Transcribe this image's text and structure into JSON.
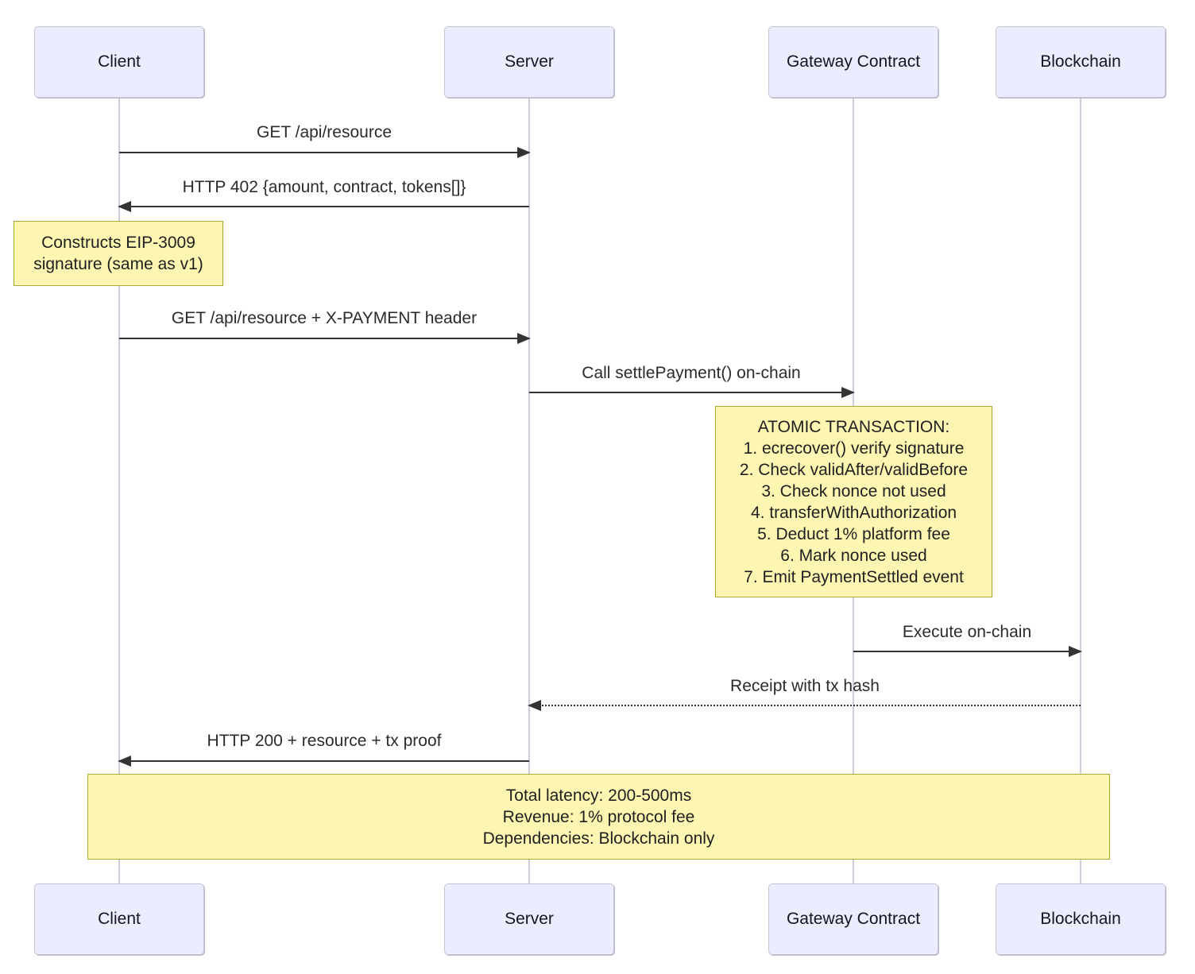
{
  "diagram": {
    "type": "sequence",
    "actors": {
      "client": "Client",
      "server": "Server",
      "gateway": "Gateway Contract",
      "blockchain": "Blockchain"
    },
    "messages": [
      {
        "label": "GET /api/resource",
        "from": "Client",
        "to": "Server",
        "line": "solid"
      },
      {
        "label": "HTTP 402 {amount, contract, tokens[]}",
        "from": "Server",
        "to": "Client",
        "line": "solid"
      },
      {
        "label": "GET /api/resource + X-PAYMENT header",
        "from": "Client",
        "to": "Server",
        "line": "solid"
      },
      {
        "label": "Call settlePayment() on-chain",
        "from": "Server",
        "to": "Gateway Contract",
        "line": "solid"
      },
      {
        "label": "Execute on-chain",
        "from": "Gateway Contract",
        "to": "Blockchain",
        "line": "solid"
      },
      {
        "label": "Receipt with tx hash",
        "from": "Blockchain",
        "to": "Server",
        "line": "dotted"
      },
      {
        "label": "HTTP 200 + resource + tx proof",
        "from": "Server",
        "to": "Client",
        "line": "solid"
      }
    ],
    "notes": [
      {
        "over": "Client",
        "lines": [
          "Constructs EIP-3009",
          "signature (same as v1)"
        ]
      },
      {
        "over": "Gateway Contract",
        "lines": [
          "ATOMIC TRANSACTION:",
          "1. ecrecover() verify signature",
          "2. Check validAfter/validBefore",
          "3. Check nonce not used",
          "4. transferWithAuthorization",
          "5. Deduct 1% platform fee",
          "6. Mark nonce used",
          "7. Emit PaymentSettled event"
        ]
      },
      {
        "over": "all",
        "lines": [
          "Total latency: 200-500ms",
          "Revenue: 1% protocol fee",
          "Dependencies: Blockchain only"
        ]
      }
    ],
    "colors": {
      "actor_fill": "#ECECFF",
      "actor_border": "#c6c6d6",
      "note_fill": "#fdf6b3",
      "note_border": "#aaaa33",
      "lifeline": "#ccccdd",
      "message_line": "#333333",
      "text": "#1f1f1f"
    }
  }
}
